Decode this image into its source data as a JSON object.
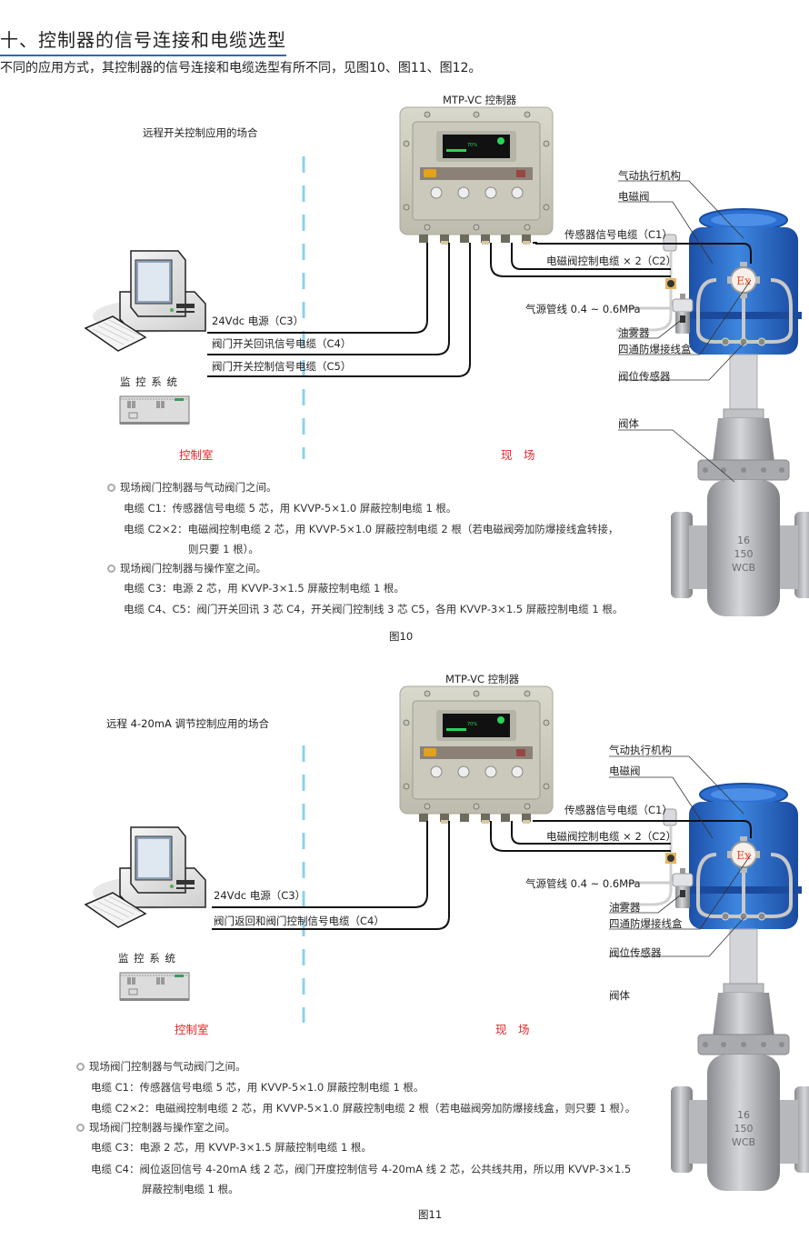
{
  "page": {
    "title": "十、控制器的信号连接和电缆选型",
    "intro": "不同的应用方式，其控制器的信号连接和电缆选型有所不同，见图10、图11、图12。",
    "accent_color": "#2a6ab5",
    "zone_label_color": "#e8262b",
    "divider_color": "#8fd0ef"
  },
  "figure10": {
    "scenario": "远程开关控制应用的场合",
    "controller_label": "MTP-VC 控制器",
    "monitor_label": "监 控 系 统",
    "zone_left": "控制室",
    "zone_right": "现　场",
    "cables_left": [
      "24Vdc 电源（C3）",
      "阀门开关回讯信号电缆（C4）",
      "阀门开关控制信号电缆（C5）"
    ],
    "cables_right": [
      "传感器信号电缆（C1）",
      "电磁阀控制电缆 × 2（C2）"
    ],
    "air_source": "气源管线 0.4 ~ 0.6MPa",
    "parts": [
      "气动执行机构",
      "电磁阀",
      "油雾器",
      "四通防爆接线盒",
      "阀位传感器",
      "阀体"
    ],
    "notes": [
      {
        "type": "bullet",
        "text": "现场阀门控制器与气动阀门之间。"
      },
      {
        "type": "item",
        "text": "电缆 C1：传感器信号电缆 5 芯，用 KVVP-5×1.0 屏蔽控制电缆 1 根。"
      },
      {
        "type": "item",
        "text": "电缆 C2×2：电磁阀控制电缆 2 芯，用 KVVP-5×1.0 屏蔽控制电缆 2 根（若电磁阀旁加防爆接线盒转接，"
      },
      {
        "type": "cont",
        "text": "则只要 1 根）。"
      },
      {
        "type": "bullet",
        "text": "现场阀门控制器与操作室之间。"
      },
      {
        "type": "item",
        "text": "电缆 C3：电源 2 芯，用 KVVP-3×1.5 屏蔽控制电缆 1 根。"
      },
      {
        "type": "item",
        "text": "电缆 C4、C5：阀门开关回讯 3 芯 C4，开关阀门控制线 3 芯 C5，各用 KVVP-3×1.5 屏蔽控制电缆 1 根。"
      }
    ],
    "caption": "图10"
  },
  "figure11": {
    "scenario": "远程 4-20mA 调节控制应用的场合",
    "controller_label": "MTP-VC 控制器",
    "monitor_label": "监 控 系 统",
    "zone_left": "控制室",
    "zone_right": "现　场",
    "cables_left": [
      "24Vdc 电源（C3）",
      "阀门返回和阀门控制信号电缆（C4）"
    ],
    "cables_right": [
      "传感器信号电缆（C1）",
      "电磁阀控制电缆 × 2（C2）"
    ],
    "air_source": "气源管线 0.4 ~ 0.6MPa",
    "parts": [
      "气动执行机构",
      "电磁阀",
      "油雾器",
      "四通防爆接线盒",
      "阀位传感器",
      "阀体"
    ],
    "notes": [
      {
        "type": "bullet",
        "text": "现场阀门控制器与气动阀门之间。"
      },
      {
        "type": "item",
        "text": "电缆 C1：传感器信号电缆 5 芯，用 KVVP-5×1.0 屏蔽控制电缆 1 根。"
      },
      {
        "type": "item",
        "text": "电缆 C2×2：电磁阀控制电缆 2 芯，用 KVVP-5×1.0 屏蔽控制电缆 2 根（若电磁阀旁加防爆接线盒，则只要 1 根）。"
      },
      {
        "type": "bullet",
        "text": "现场阀门控制器与操作室之间。"
      },
      {
        "type": "item",
        "text": "电缆 C3：电源 2 芯，用 KVVP-3×1.5 屏蔽控制电缆 1 根。"
      },
      {
        "type": "item",
        "text": "电缆 C4：阀位返回信号 4-20mA 线 2 芯，阀门开度控制信号 4-20mA 线 2 芯，公共线共用，所以用 KVVP-3×1.5"
      },
      {
        "type": "cont",
        "text": "屏蔽控制电缆 1 根。"
      }
    ],
    "caption": "图11"
  }
}
